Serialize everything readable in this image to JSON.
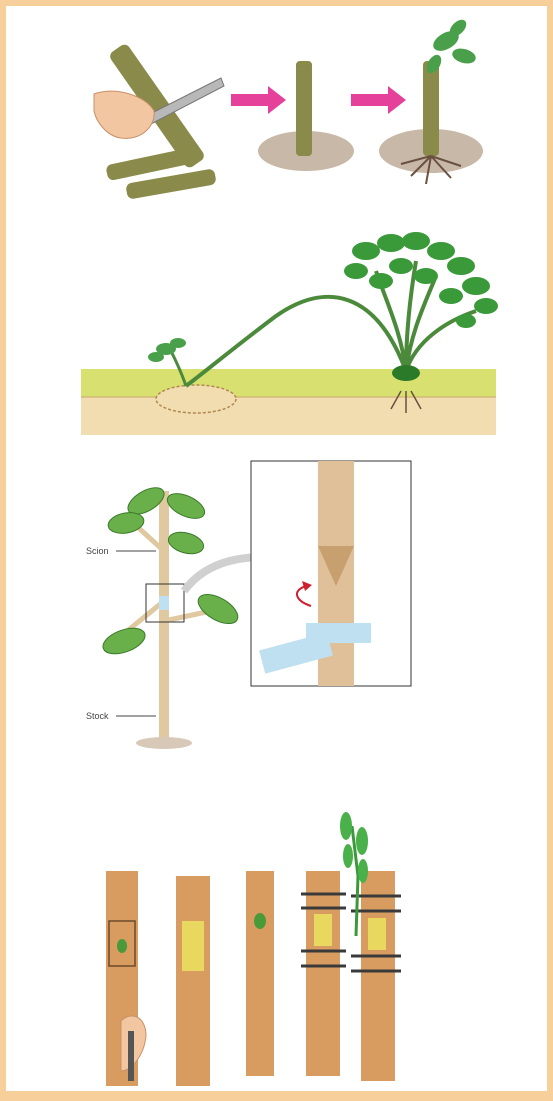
{
  "figure": {
    "panels": [
      {
        "id": "cutting",
        "description_visible": false
      },
      {
        "id": "layering",
        "description_visible": false
      },
      {
        "id": "grafting",
        "labels": {
          "scion": "Scion",
          "stock": "Stock"
        }
      },
      {
        "id": "budding",
        "description_visible": false
      }
    ]
  },
  "colors": {
    "border": "#f6cf9a",
    "stem": "#8a8a4a",
    "soil": "#c8b8a8",
    "grass": "#d8e070",
    "leaf": "#4aa04a",
    "bark": "#c89860",
    "arrow": "#e0208a",
    "tape": "#bfe0f0"
  }
}
